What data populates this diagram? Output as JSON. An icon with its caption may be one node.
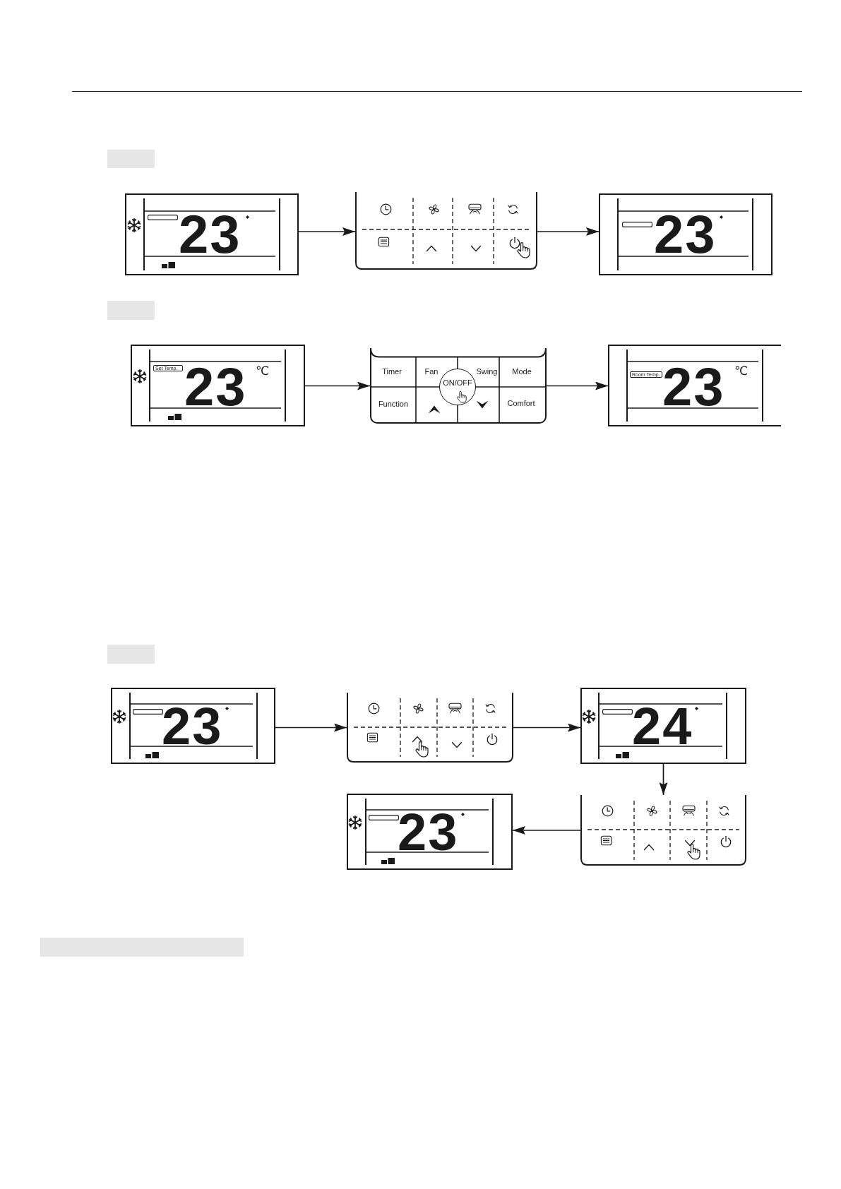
{
  "diagram": {
    "nodes": [
      {
        "text": [
          "23"
        ]
      },
      {
        "text": [],
        "shape": "box"
      },
      {
        "text": [
          "23"
        ]
      },
      {
        "text": [
          "Set Temp.",
          "23",
          "℃"
        ]
      },
      {
        "text": [],
        "shape": "box"
      },
      {
        "text": [
          "Timer"
        ],
        "in": 4
      },
      {
        "text": [
          "Fan"
        ],
        "in": 4
      },
      {
        "text": [
          "Swing"
        ],
        "in": 4
      },
      {
        "text": [
          "Mode"
        ],
        "in": 4
      },
      {
        "text": [
          "Function"
        ],
        "in": 4
      },
      {
        "text": [
          "Comfort"
        ],
        "in": 4
      },
      {
        "text": [
          "ON/OFF"
        ],
        "in": 4
      },
      {
        "text": [
          "Room Temp.",
          "23",
          "℃"
        ]
      },
      {
        "text": [
          "23"
        ]
      },
      {
        "text": [],
        "shape": "box"
      },
      {
        "text": [
          "24"
        ]
      },
      {
        "text": [
          "23"
        ]
      },
      {
        "text": [],
        "shape": "box"
      }
    ],
    "edges": [
      {
        "from": 0,
        "to": 1,
        "arrow": "to"
      },
      {
        "from": 1,
        "to": 2,
        "arrow": "to"
      },
      {
        "from": 3,
        "to": 4,
        "arrow": "to"
      },
      {
        "from": 4,
        "to": 12,
        "arrow": "to"
      },
      {
        "from": 13,
        "to": 14,
        "arrow": "to"
      },
      {
        "from": 14,
        "to": 15,
        "arrow": "to"
      },
      {
        "from": 15,
        "to": 17,
        "arrow": "to"
      },
      {
        "from": 17,
        "to": 16,
        "arrow": "to"
      }
    ]
  }
}
